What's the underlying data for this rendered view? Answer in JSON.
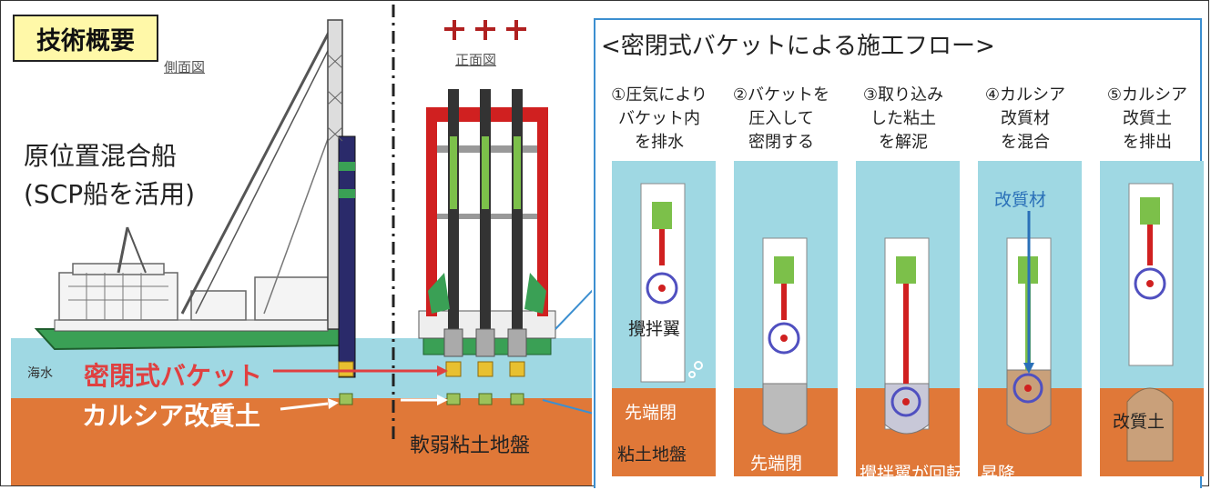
{
  "badge": "技術概要",
  "left": {
    "side_view": "側面図",
    "front_view": "正面図",
    "ship_name_line1": "原位置混合船",
    "ship_name_line2": "(SCP船を活用)",
    "seawater": "海水",
    "bucket_label": "密閉式バケット",
    "soil_label": "カルシア改質土",
    "ground_label": "軟弱粘土地盤"
  },
  "flow": {
    "title": "<密閉式バケットによる施工フロー>",
    "steps": [
      {
        "caption": [
          "①圧気により",
          "バケット内",
          "を排水"
        ],
        "labels": [
          "攪拌翼",
          "先端閉",
          "粘土地盤"
        ]
      },
      {
        "caption": [
          "②バケットを",
          "圧入して",
          "密閉する"
        ],
        "labels": [
          "先端閉"
        ]
      },
      {
        "caption": [
          "③取り込み",
          "した粘土",
          "を解泥"
        ],
        "labels": [
          "攪拌翼が回転・昇降"
        ]
      },
      {
        "caption": [
          "④カルシア",
          "改質材",
          "を混合"
        ],
        "labels": [
          "改質材"
        ]
      },
      {
        "caption": [
          "⑤カルシア",
          "改質土",
          "を排出"
        ],
        "labels": [
          "改質土"
        ]
      }
    ]
  },
  "colors": {
    "sea": "#9fd8e3",
    "seabed": "#e07838",
    "ship_hull": "#3aa055",
    "crane_red": "#d02020",
    "bucket_yellow": "#e8c030",
    "soil_green": "#9cc25a",
    "label_red": "#e04040",
    "flow_border": "#3c8fd0",
    "water_label_blue": "#2a70b8"
  }
}
